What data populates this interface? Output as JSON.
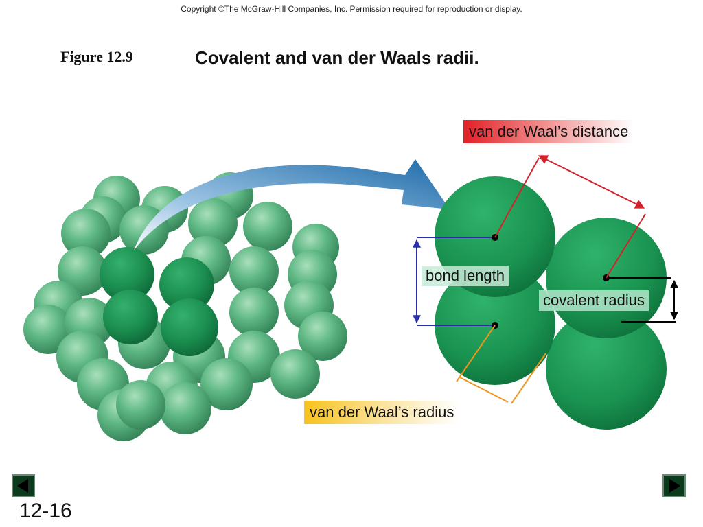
{
  "header": {
    "copyright": "Copyright ©The McGraw-Hill Companies, Inc.  Permission required for reproduction or display.",
    "figure_number": "Figure 12.9",
    "figure_title": "Covalent and van der Waals radii."
  },
  "labels": {
    "vdw_distance": "van der Waal’s distance",
    "bond_length": "bond length",
    "covalent_radius": "covalent radius",
    "vdw_radius": "van der Waal’s radius"
  },
  "colors": {
    "atom_highlight": "#1f9a5a",
    "atom_lattice": "#56b27e",
    "arrow_blue": "#1f6fb0",
    "line_red": "#d3222a",
    "line_blue": "#2a2fa8",
    "line_orange": "#f0951e",
    "nav_bg": "#0c3a1c"
  },
  "icons": {
    "prev": "triangle-left-icon",
    "next": "triangle-right-icon"
  },
  "footer": {
    "slide_number": "12-16"
  }
}
